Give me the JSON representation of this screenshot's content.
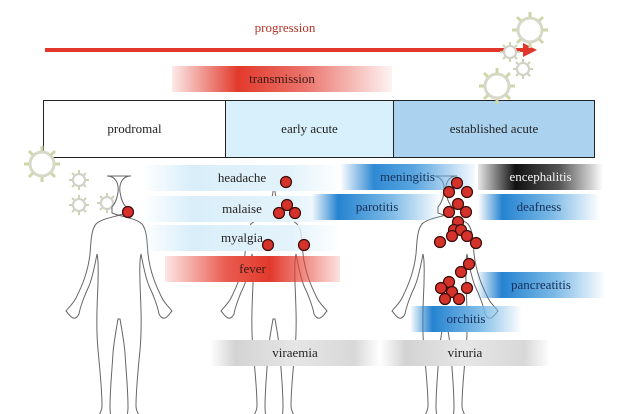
{
  "progression": {
    "label": "progression",
    "color": "#e0362b"
  },
  "transmission": {
    "label": "transmission"
  },
  "phases": [
    {
      "label": "prodromal",
      "color": "#ffffff"
    },
    {
      "label": "early acute",
      "color": "#d7f0fb"
    },
    {
      "label": "established acute",
      "color": "#abd3ef"
    }
  ],
  "prodromal_symptoms": [
    {
      "label": "headache"
    },
    {
      "label": "malaise"
    },
    {
      "label": "myalgia"
    },
    {
      "label": "fever"
    }
  ],
  "complications": {
    "meningitis": "meningitis",
    "encephalitis": "encephalitis",
    "parotitis": "parotitis",
    "deafness": "deafness",
    "pancreatitis": "pancreatitis",
    "orchitis": "orchitis"
  },
  "viral_spread": {
    "viraemia": "viraemia",
    "viruria": "viruria"
  },
  "figures": [
    {
      "name": "prodromal-figure",
      "infection_sites": 1
    },
    {
      "name": "early-acute-figure",
      "infection_sites": 6
    },
    {
      "name": "established-acute-figure",
      "infection_sites": 22
    }
  ]
}
